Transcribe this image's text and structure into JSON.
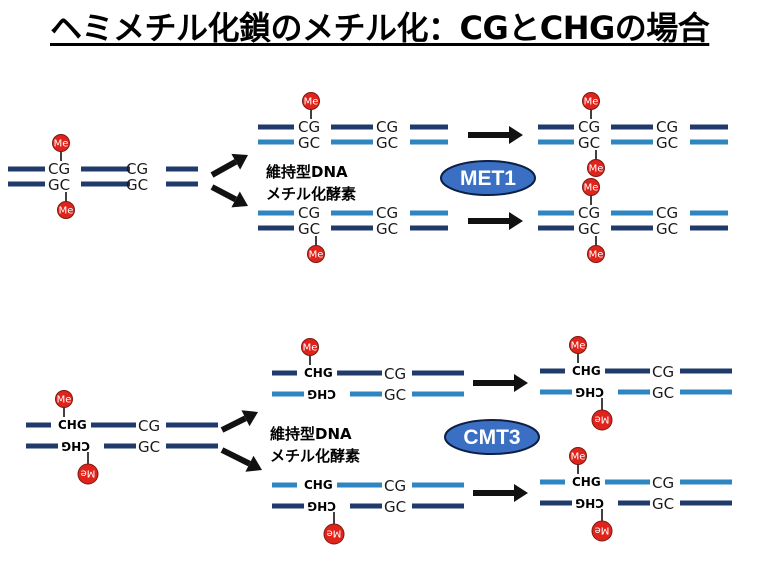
{
  "title": "ヘミメチル化鎖のメチル化：CGとCHGの場合",
  "colors": {
    "strand_dark": "#1f3a6b",
    "strand_light": "#2e86c1",
    "methyl_fill": "#e0241b",
    "methyl_stroke": "#7a1a14",
    "enzyme_fill": "#3a6fc4",
    "enzyme_stroke": "#0d1f44",
    "arrow": "#111111"
  },
  "labels": {
    "methyl": "Me",
    "cg_top": "CG",
    "cg_bottom": "GC",
    "chg": "CHG",
    "enzyme_desc_line1": "維持型DNA",
    "enzyme_desc_line2": "メチル化酵素"
  },
  "panels": [
    {
      "id": "cg",
      "site_type": "CG",
      "enzyme": "MET1",
      "input": {
        "description": "fully methylated CG on both strands"
      },
      "daughters": [
        {
          "description": "old top strand (methylated) + new bottom strand",
          "result": "both strands methylated"
        },
        {
          "description": "new top strand + old bottom strand (methylated)",
          "result": "both strands methylated"
        }
      ]
    },
    {
      "id": "chg",
      "site_type": "CHG",
      "enzyme": "CMT3",
      "input": {
        "description": "fully methylated CHG on both strands"
      },
      "daughters": [
        {
          "description": "old top strand (methylated) + new bottom strand",
          "result": "both strands methylated"
        },
        {
          "description": "new top strand + old bottom strand (methylated)",
          "result": "both strands methylated"
        }
      ]
    }
  ]
}
